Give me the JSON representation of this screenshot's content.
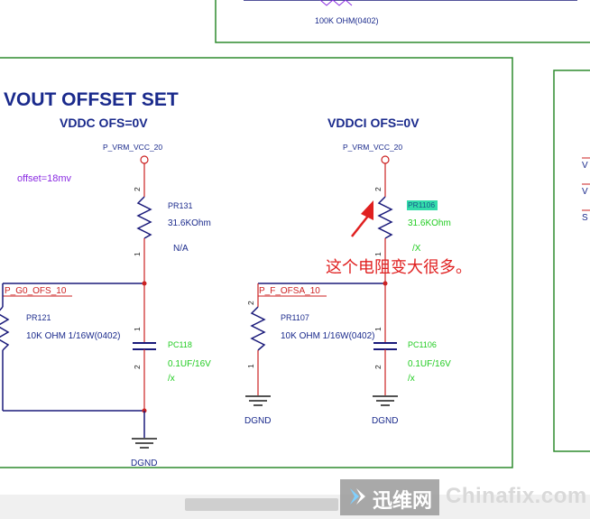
{
  "top_block": {
    "resistor_value": "100K OHM(0402)"
  },
  "section": {
    "title": "VOUT OFFSET SET"
  },
  "left_circuit": {
    "heading": "VDDC OFS=0V",
    "supply": "P_VRM_VCC_20",
    "note": "offset=18mv",
    "pin_top": "2",
    "pin_bottom": "1",
    "r_top": {
      "ref": "PR131",
      "value": "31.6KOhm",
      "option": "N/A"
    },
    "net": "P_G0_OFS_10",
    "r_side": {
      "ref": "PR121",
      "value": "10K OHM 1/16W(0402)"
    },
    "cap": {
      "ref": "PC118",
      "value": "0.1UF/16V",
      "option": "/x",
      "pin_top": "1",
      "pin_bottom": "2"
    },
    "ground": "DGND"
  },
  "right_circuit": {
    "heading": "VDDCI OFS=0V",
    "supply": "P_VRM_VCC_20",
    "pin_top": "2",
    "pin_bottom": "1",
    "r_top": {
      "ref": "PR1106",
      "value": "31.6KOhm",
      "option": "/X"
    },
    "net": "P_F_OFSA_10",
    "r_side": {
      "ref": "PR1107",
      "value": "10K OHM 1/16W(0402)",
      "pin_top": "2",
      "pin_bottom": "1"
    },
    "cap": {
      "ref": "PC1106",
      "value": "0.1UF/16V",
      "option": "/x",
      "pin_top": "1",
      "pin_bottom": "2"
    },
    "ground_left": "DGND",
    "ground_right": "DGND"
  },
  "annotation": {
    "text": "这个电阻变大很多。"
  },
  "edge_labels": [
    "V",
    "V",
    "S"
  ],
  "watermark": {
    "cn": "迅维网",
    "en": "Chinafix.com"
  },
  "colors": {
    "frame": "#2e8b2e",
    "wire": "#1a1a7a",
    "text_blue": "#1a2a8c",
    "text_green": "#22cc22",
    "pin_red": "#cc2222",
    "annotation_red": "#e02020",
    "note_purple": "#8a2be2",
    "highlight": "#33ddaa"
  }
}
